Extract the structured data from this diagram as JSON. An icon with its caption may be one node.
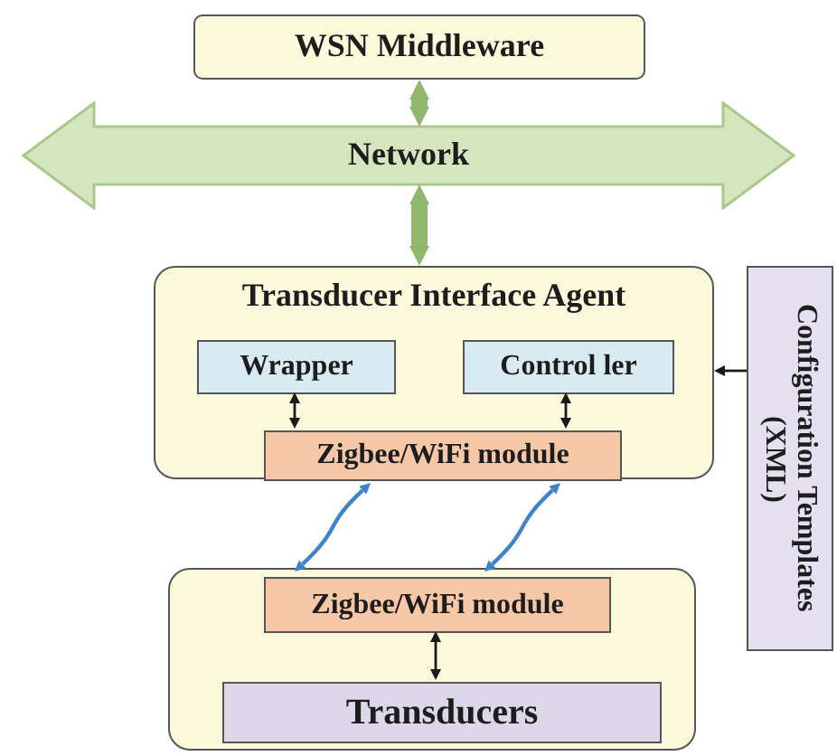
{
  "diagram": {
    "nodes": [
      {
        "text": [
          "WSN Middleware"
        ]
      },
      {
        "text": [
          "Network"
        ]
      },
      {
        "text": [
          "Transducer Interface Agent"
        ]
      },
      {
        "text": [
          "Wrapper"
        ],
        "in": 2
      },
      {
        "text": [
          "Control ler"
        ],
        "in": 2
      },
      {
        "text": [
          "Zigbee/WiFi module"
        ],
        "in": 2
      },
      {
        "text": [],
        "shape": "box"
      },
      {
        "text": [
          "Zigbee/WiFi module"
        ],
        "in": 6
      },
      {
        "text": [
          "Transducers"
        ],
        "in": 6
      },
      {
        "text": [
          "Configuration Templates (XML)"
        ]
      }
    ],
    "edges": [
      {
        "from": 0,
        "to": 1,
        "arrow": "both",
        "style": "thick",
        "color": "#8fb86c"
      },
      {
        "from": 1,
        "to": 2,
        "arrow": "both",
        "style": "thick",
        "color": "#8fb86c"
      },
      {
        "from": 3,
        "to": 5,
        "arrow": "both"
      },
      {
        "from": 4,
        "to": 5,
        "arrow": "both"
      },
      {
        "from": 9,
        "to": 2,
        "arrow": "to"
      },
      {
        "from": 5,
        "to": 7,
        "arrow": "both",
        "color": "#3c82cc"
      },
      {
        "from": 5,
        "to": 7,
        "arrow": "both",
        "color": "#3c82cc"
      },
      {
        "from": 7,
        "to": 8,
        "arrow": "both"
      }
    ]
  }
}
